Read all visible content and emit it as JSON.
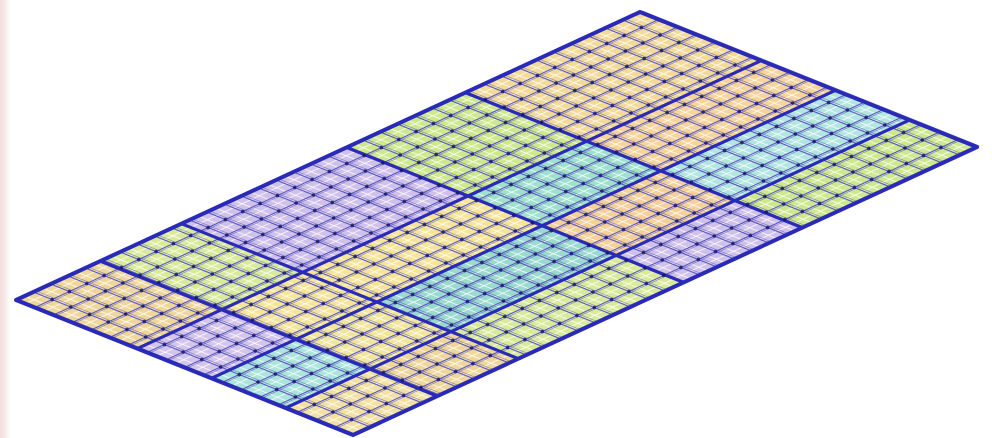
{
  "view": {
    "background": "#ffffff",
    "left_edge_tint": "#f3dcdc"
  },
  "model": {
    "kind": "isometric grid slab / floor plate wireframe",
    "colors": {
      "beam": "#2a2ab8",
      "rib": "#3a3ab0",
      "mesh_light": "#ffffff",
      "node": "#151560"
    },
    "panels": [
      {
        "name": "panel-front-left",
        "fill": "#ecd08a"
      },
      {
        "name": "panel-front-green-left",
        "fill": "#d2e88a"
      },
      {
        "name": "panel-front-violet",
        "fill": "#c8b6e6"
      },
      {
        "name": "panel-back-green-large",
        "fill": "#c6e47a"
      },
      {
        "name": "panel-center-left",
        "fill": "#f0d488"
      },
      {
        "name": "panel-center-violet",
        "fill": "#ccbbe8"
      },
      {
        "name": "panel-mid-yellow",
        "fill": "#f2e08a"
      },
      {
        "name": "panel-right-yellow",
        "fill": "#f4e086"
      },
      {
        "name": "panel-front-cyan",
        "fill": "#8edcc4"
      },
      {
        "name": "panel-front-orange",
        "fill": "#f4cc8a"
      },
      {
        "name": "panel-center-cyan",
        "fill": "#9ee0d6"
      },
      {
        "name": "panel-right-strip-yellow",
        "fill": "#f0e08c"
      },
      {
        "name": "panel-bottom-left-teal",
        "fill": "#8ad4c6"
      },
      {
        "name": "panel-bottom-front-orange",
        "fill": "#f2c888"
      },
      {
        "name": "panel-bottom-cyan",
        "fill": "#a6e2dc"
      },
      {
        "name": "panel-bottom-right-yellow",
        "fill": "#f0dc90"
      }
    ]
  }
}
